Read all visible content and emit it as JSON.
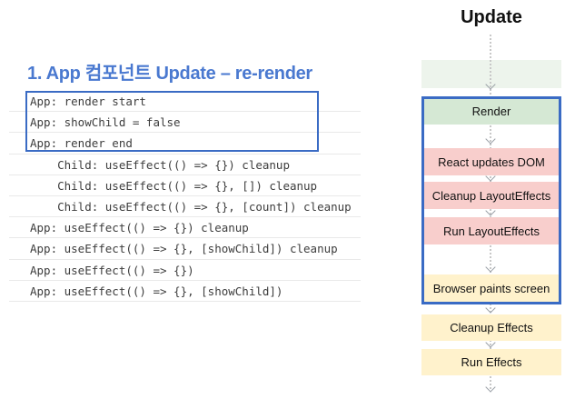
{
  "left_panel": {
    "title": "1. App 컴포넌트 Update – re-render",
    "log_lines": [
      {
        "text": "App: render start",
        "highlighted": true
      },
      {
        "text": "App: showChild = false",
        "highlighted": true
      },
      {
        "text": "App: render end",
        "highlighted": true
      },
      {
        "text": "    Child: useEffect(() => {}) cleanup",
        "highlighted": false
      },
      {
        "text": "    Child: useEffect(() => {}, []) cleanup",
        "highlighted": false
      },
      {
        "text": "    Child: useEffect(() => {}, [count]) cleanup",
        "highlighted": false
      },
      {
        "text": "App: useEffect(() => {}) cleanup",
        "highlighted": false
      },
      {
        "text": "App: useEffect(() => {}, [showChild]) cleanup",
        "highlighted": false
      },
      {
        "text": "App: useEffect(() => {})",
        "highlighted": false
      },
      {
        "text": "App: useEffect(() => {}, [showChild])",
        "highlighted": false
      }
    ]
  },
  "right_panel": {
    "title": "Update",
    "nodes": [
      {
        "label": "",
        "color": "ghost",
        "name": "flow-node-ghost",
        "in_highlight": false
      },
      {
        "label": "Render",
        "color": "green",
        "name": "flow-node-render",
        "in_highlight": true
      },
      {
        "label": "React updates DOM",
        "color": "pink",
        "name": "flow-node-react-updates-dom",
        "in_highlight": true
      },
      {
        "label": "Cleanup LayoutEffects",
        "color": "pink",
        "name": "flow-node-cleanup-layouteffects",
        "in_highlight": true
      },
      {
        "label": "Run LayoutEffects",
        "color": "pink",
        "name": "flow-node-run-layouteffects",
        "in_highlight": true
      },
      {
        "label": "Browser paints screen",
        "color": "yellow",
        "name": "flow-node-browser-paints-screen",
        "in_highlight": true
      },
      {
        "label": "Cleanup Effects",
        "color": "yellow",
        "name": "flow-node-cleanup-effects",
        "in_highlight": false
      },
      {
        "label": "Run Effects",
        "color": "yellow",
        "name": "flow-node-run-effects",
        "in_highlight": false
      }
    ]
  },
  "colors": {
    "accent_blue": "#3a6bc4",
    "title_blue": "#4a79d0",
    "node_green": "#d5e8d4",
    "node_pink": "#f8cecc",
    "node_yellow": "#fff2cc",
    "ghost_green": "#edf4ec",
    "line_gray": "#c8c8c8",
    "arrow_gray": "#9aa0a6",
    "separator_gray": "#e9e9e9",
    "log_text": "#3d3d3d"
  }
}
